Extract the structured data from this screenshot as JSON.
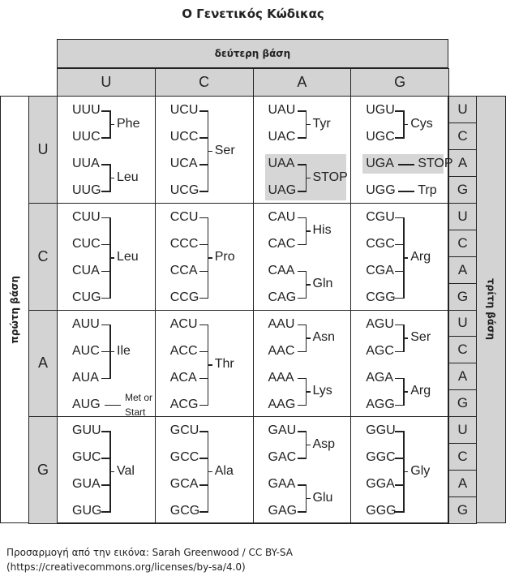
{
  "title": "Ο Γενετικός Κώδικας",
  "second_base_label": "δεύτερη βάση",
  "first_base_label": "πρώτη βάση",
  "third_base_label": "τρίτη βάση",
  "bases": [
    "U",
    "C",
    "A",
    "G"
  ],
  "stop_label": "STOP",
  "met_start_line1": "Met or",
  "met_start_line2": "Start",
  "cells": [
    [
      {
        "codons": [
          "UUU",
          "UUC",
          "UUA",
          "UUG"
        ],
        "groups": [
          {
            "from": 0,
            "to": 1,
            "label": "Phe"
          },
          {
            "from": 2,
            "to": 3,
            "label": "Leu"
          }
        ]
      },
      {
        "codons": [
          "UCU",
          "UCC",
          "UCA",
          "UCG"
        ],
        "groups": [
          {
            "from": 0,
            "to": 3,
            "label": "Ser"
          }
        ]
      },
      {
        "codons": [
          "UAU",
          "UAC",
          "UAA",
          "UAG"
        ],
        "groups": [
          {
            "from": 0,
            "to": 1,
            "label": "Tyr"
          },
          {
            "from": 2,
            "to": 3,
            "label": "STOP",
            "shaded": true
          }
        ]
      },
      {
        "codons": [
          "UGU",
          "UGC",
          "UGA",
          "UGG"
        ],
        "groups": [
          {
            "from": 0,
            "to": 1,
            "label": "Cys"
          },
          {
            "from": 2,
            "to": 2,
            "label": "STOP",
            "shaded": true,
            "dash": true
          },
          {
            "from": 3,
            "to": 3,
            "label": "Trp",
            "dash": true
          }
        ]
      }
    ],
    [
      {
        "codons": [
          "CUU",
          "CUC",
          "CUA",
          "CUG"
        ],
        "groups": [
          {
            "from": 0,
            "to": 3,
            "label": "Leu"
          }
        ]
      },
      {
        "codons": [
          "CCU",
          "CCC",
          "CCA",
          "CCG"
        ],
        "groups": [
          {
            "from": 0,
            "to": 3,
            "label": "Pro"
          }
        ]
      },
      {
        "codons": [
          "CAU",
          "CAC",
          "CAA",
          "CAG"
        ],
        "groups": [
          {
            "from": 0,
            "to": 1,
            "label": "His"
          },
          {
            "from": 2,
            "to": 3,
            "label": "Gln"
          }
        ]
      },
      {
        "codons": [
          "CGU",
          "CGC",
          "CGA",
          "CGG"
        ],
        "groups": [
          {
            "from": 0,
            "to": 3,
            "label": "Arg"
          }
        ]
      }
    ],
    [
      {
        "codons": [
          "AUU",
          "AUC",
          "AUA",
          "AUG"
        ],
        "groups": [
          {
            "from": 0,
            "to": 2,
            "label": "Ile"
          },
          {
            "from": 3,
            "to": 3,
            "label": "Met or Start",
            "dash": true,
            "met": true
          }
        ]
      },
      {
        "codons": [
          "ACU",
          "ACC",
          "ACA",
          "ACG"
        ],
        "groups": [
          {
            "from": 0,
            "to": 3,
            "label": "Thr"
          }
        ]
      },
      {
        "codons": [
          "AAU",
          "AAC",
          "AAA",
          "AAG"
        ],
        "groups": [
          {
            "from": 0,
            "to": 1,
            "label": "Asn"
          },
          {
            "from": 2,
            "to": 3,
            "label": "Lys"
          }
        ]
      },
      {
        "codons": [
          "AGU",
          "AGC",
          "AGA",
          "AGG"
        ],
        "groups": [
          {
            "from": 0,
            "to": 1,
            "label": "Ser"
          },
          {
            "from": 2,
            "to": 3,
            "label": "Arg"
          }
        ]
      }
    ],
    [
      {
        "codons": [
          "GUU",
          "GUC",
          "GUA",
          "GUG"
        ],
        "groups": [
          {
            "from": 0,
            "to": 3,
            "label": "Val"
          }
        ]
      },
      {
        "codons": [
          "GCU",
          "GCC",
          "GCA",
          "GCG"
        ],
        "groups": [
          {
            "from": 0,
            "to": 3,
            "label": "Ala"
          }
        ]
      },
      {
        "codons": [
          "GAU",
          "GAC",
          "GAA",
          "GAG"
        ],
        "groups": [
          {
            "from": 0,
            "to": 1,
            "label": "Asp"
          },
          {
            "from": 2,
            "to": 3,
            "label": "Glu"
          }
        ]
      },
      {
        "codons": [
          "GGU",
          "GGC",
          "GGA",
          "GGG"
        ],
        "groups": [
          {
            "from": 0,
            "to": 3,
            "label": "Gly"
          }
        ]
      }
    ]
  ],
  "footer_line1": "Προσαρμογή από την εικόνα: Sarah Greenwood / CC BY-SA",
  "footer_line2": "(https://creativecommons.org/licenses/by-sa/4.0)"
}
